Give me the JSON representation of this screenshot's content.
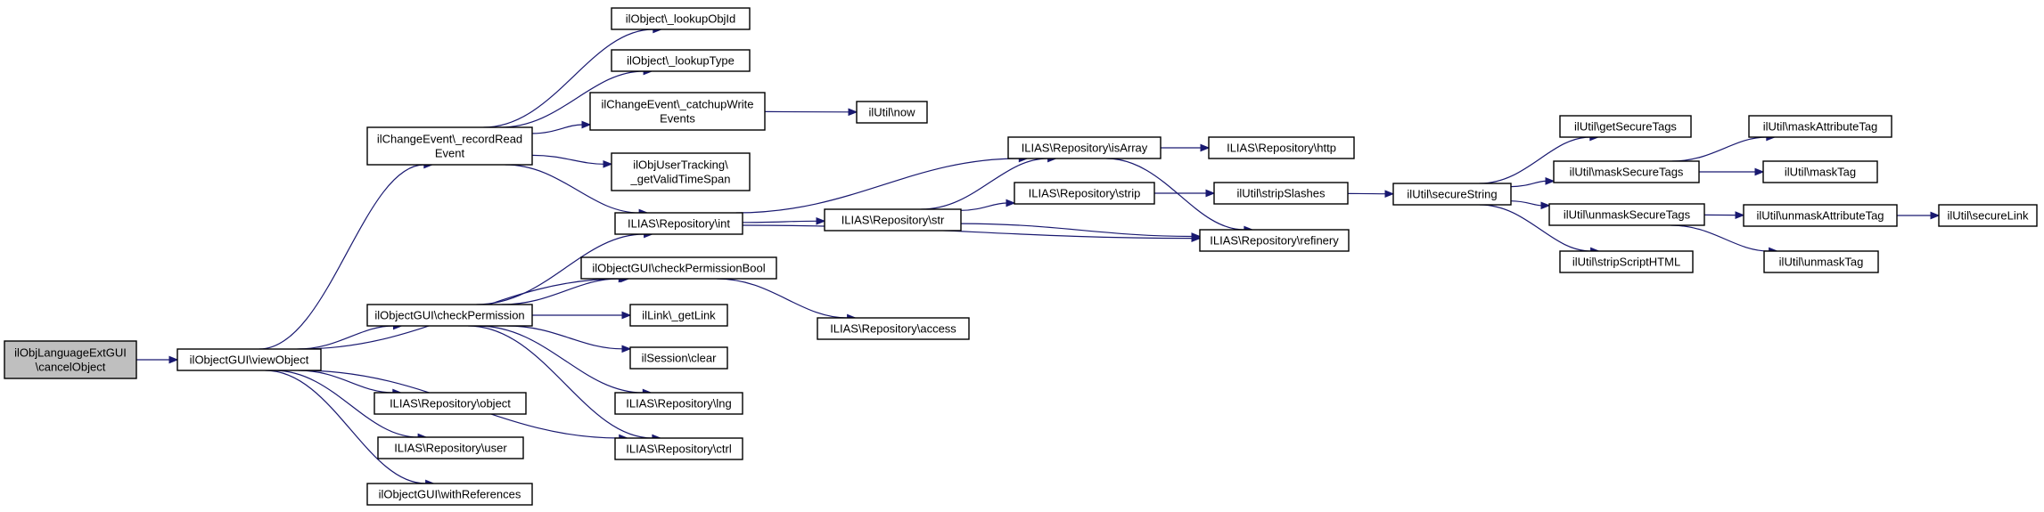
{
  "diagram": {
    "type": "call-graph",
    "colors": {
      "edge": "#191970",
      "root_fill": "#bfbfbf",
      "node_fill": "#ffffff"
    },
    "nodes": [
      {
        "id": "n0",
        "lines": [
          "ilObjLanguageExtGUI",
          "\\cancelObject"
        ],
        "root": true
      },
      {
        "id": "n1",
        "lines": [
          "ilObjectGUI\\viewObject"
        ]
      },
      {
        "id": "n2",
        "lines": [
          "ilChangeEvent\\_recordRead",
          "Event"
        ]
      },
      {
        "id": "n3",
        "lines": [
          "ilObject\\_lookupObjId"
        ]
      },
      {
        "id": "n4",
        "lines": [
          "ilObject\\_lookupType"
        ]
      },
      {
        "id": "n5",
        "lines": [
          "ilChangeEvent\\_catchupWrite",
          "Events"
        ]
      },
      {
        "id": "n6",
        "lines": [
          "ilUtil\\now"
        ]
      },
      {
        "id": "n7",
        "lines": [
          "ilObjUserTracking\\",
          "_getValidTimeSpan"
        ]
      },
      {
        "id": "n8",
        "lines": [
          "ILIAS\\Repository\\int"
        ]
      },
      {
        "id": "n9",
        "lines": [
          "ilObjectGUI\\checkPermissionBool"
        ]
      },
      {
        "id": "n10",
        "lines": [
          "ilObjectGUI\\checkPermission"
        ]
      },
      {
        "id": "n11",
        "lines": [
          "ilLink\\_getLink"
        ]
      },
      {
        "id": "n12",
        "lines": [
          "ilSession\\clear"
        ]
      },
      {
        "id": "n13",
        "lines": [
          "ILIAS\\Repository\\lng"
        ]
      },
      {
        "id": "n14",
        "lines": [
          "ILIAS\\Repository\\object"
        ]
      },
      {
        "id": "n15",
        "lines": [
          "ILIAS\\Repository\\ctrl"
        ]
      },
      {
        "id": "n16",
        "lines": [
          "ILIAS\\Repository\\user"
        ]
      },
      {
        "id": "n17",
        "lines": [
          "ilObjectGUI\\withReferences"
        ]
      },
      {
        "id": "n18",
        "lines": [
          "ILIAS\\Repository\\isArray"
        ]
      },
      {
        "id": "n19",
        "lines": [
          "ILIAS\\Repository\\str"
        ]
      },
      {
        "id": "n20",
        "lines": [
          "ILIAS\\Repository\\access"
        ]
      },
      {
        "id": "n21",
        "lines": [
          "ILIAS\\Repository\\http"
        ]
      },
      {
        "id": "n22",
        "lines": [
          "ILIAS\\Repository\\strip"
        ]
      },
      {
        "id": "n23",
        "lines": [
          "ILIAS\\Repository\\refinery"
        ]
      },
      {
        "id": "n24",
        "lines": [
          "ilUtil\\stripSlashes"
        ]
      },
      {
        "id": "n25",
        "lines": [
          "ilUtil\\secureString"
        ]
      },
      {
        "id": "n26",
        "lines": [
          "ilUtil\\getSecureTags"
        ]
      },
      {
        "id": "n27",
        "lines": [
          "ilUtil\\maskSecureTags"
        ]
      },
      {
        "id": "n28",
        "lines": [
          "ilUtil\\unmaskSecureTags"
        ]
      },
      {
        "id": "n29",
        "lines": [
          "ilUtil\\stripScriptHTML"
        ]
      },
      {
        "id": "n30",
        "lines": [
          "ilUtil\\maskAttributeTag"
        ]
      },
      {
        "id": "n31",
        "lines": [
          "ilUtil\\maskTag"
        ]
      },
      {
        "id": "n32",
        "lines": [
          "ilUtil\\unmaskAttributeTag"
        ]
      },
      {
        "id": "n33",
        "lines": [
          "ilUtil\\unmaskTag"
        ]
      },
      {
        "id": "n34",
        "lines": [
          "ilUtil\\secureLink"
        ]
      }
    ],
    "edges": [
      [
        "n0",
        "n1"
      ],
      [
        "n1",
        "n2"
      ],
      [
        "n1",
        "n9"
      ],
      [
        "n1",
        "n10"
      ],
      [
        "n1",
        "n14"
      ],
      [
        "n1",
        "n15"
      ],
      [
        "n1",
        "n16"
      ],
      [
        "n1",
        "n17"
      ],
      [
        "n2",
        "n3"
      ],
      [
        "n2",
        "n4"
      ],
      [
        "n2",
        "n5"
      ],
      [
        "n2",
        "n7"
      ],
      [
        "n2",
        "n8"
      ],
      [
        "n5",
        "n6"
      ],
      [
        "n10",
        "n8"
      ],
      [
        "n10",
        "n9"
      ],
      [
        "n10",
        "n11"
      ],
      [
        "n10",
        "n12"
      ],
      [
        "n10",
        "n13"
      ],
      [
        "n10",
        "n15"
      ],
      [
        "n8",
        "n18"
      ],
      [
        "n8",
        "n19"
      ],
      [
        "n8",
        "n23"
      ],
      [
        "n9",
        "n20"
      ],
      [
        "n19",
        "n18"
      ],
      [
        "n19",
        "n22"
      ],
      [
        "n19",
        "n23"
      ],
      [
        "n18",
        "n21"
      ],
      [
        "n18",
        "n23"
      ],
      [
        "n22",
        "n24"
      ],
      [
        "n24",
        "n25"
      ],
      [
        "n25",
        "n26"
      ],
      [
        "n25",
        "n27"
      ],
      [
        "n25",
        "n28"
      ],
      [
        "n25",
        "n29"
      ],
      [
        "n27",
        "n30"
      ],
      [
        "n27",
        "n31"
      ],
      [
        "n28",
        "n32"
      ],
      [
        "n28",
        "n33"
      ],
      [
        "n32",
        "n34"
      ]
    ]
  }
}
